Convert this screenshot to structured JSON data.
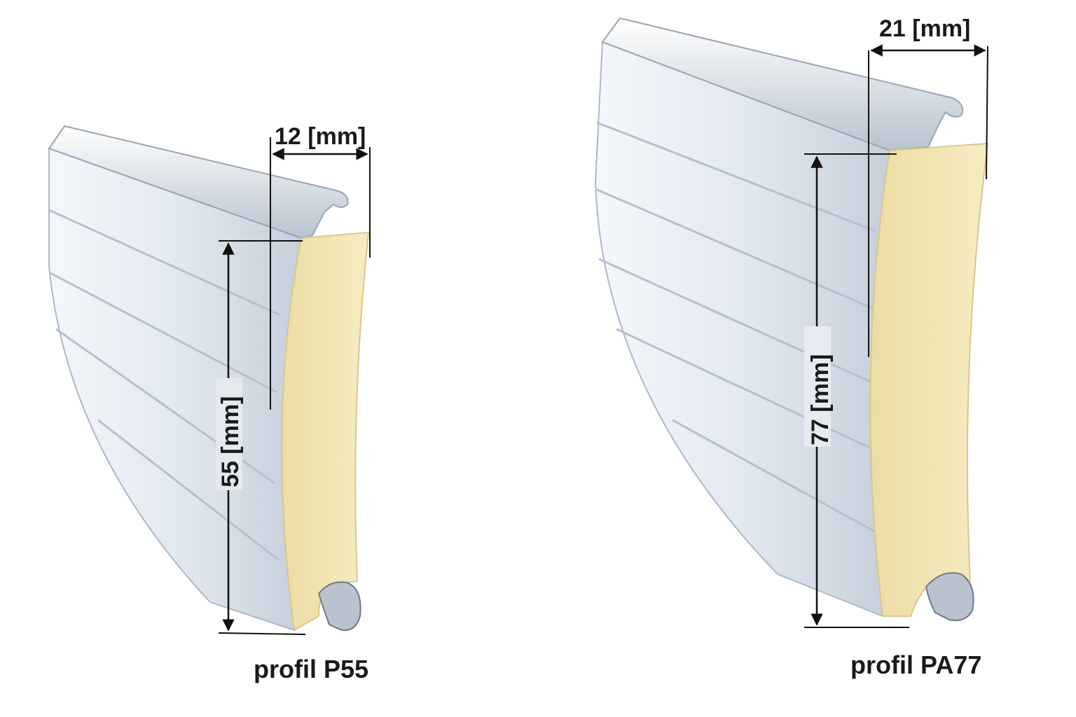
{
  "profiles": [
    {
      "caption": "profil P55",
      "height_label": "55 [mm]",
      "thickness_label": "12 [mm]"
    },
    {
      "caption": "profil PA77",
      "height_label": "77 [mm]",
      "thickness_label": "21 [mm]"
    }
  ],
  "colors": {
    "aluminium_light": "#eef2f7",
    "aluminium_mid": "#c9d1dc",
    "aluminium_dark": "#8f99a6",
    "foam": "#f2e6b4",
    "dimension_line": "#111111"
  }
}
